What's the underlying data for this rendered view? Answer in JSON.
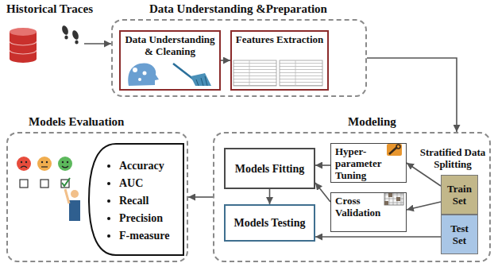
{
  "diagram": {
    "nodes": [
      {
        "text": [
          "Historical Traces"
        ]
      },
      {
        "text": [
          "Data Understanding &Preparation"
        ]
      },
      {
        "text": [
          "Data Understanding & Cleaning"
        ],
        "in": 1
      },
      {
        "text": [
          "Features Extraction"
        ],
        "in": 1
      },
      {
        "text": [
          "Models Evaluation"
        ]
      },
      {
        "text": [
          "Accuracy",
          "AUC",
          "Recall",
          "Precision",
          "F-measure"
        ],
        "in": 4
      },
      {
        "text": [
          "Modeling"
        ]
      },
      {
        "text": [
          "Hyper- parameter Tuning"
        ],
        "in": 6
      },
      {
        "text": [
          "Models Fitting"
        ],
        "in": 6
      },
      {
        "text": [
          "Cross Validation"
        ],
        "in": 6
      },
      {
        "text": [
          "Models Testing"
        ],
        "in": 6
      },
      {
        "text": [
          "Train Set"
        ],
        "in": 6
      },
      {
        "text": [
          "Test Set"
        ],
        "in": 6
      }
    ],
    "edges": [
      {
        "from": 0,
        "to": 1,
        "arrow": "to"
      },
      {
        "from": 2,
        "to": 3,
        "arrow": "to"
      },
      {
        "from": 1,
        "to": 6,
        "arrow": "to"
      },
      {
        "from": 11,
        "to": 7,
        "arrow": "to"
      },
      {
        "from": 11,
        "to": 9,
        "arrow": "to"
      },
      {
        "from": 7,
        "to": 8,
        "arrow": "to"
      },
      {
        "from": 9,
        "to": 8,
        "arrow": "to"
      },
      {
        "from": 8,
        "to": 10,
        "arrow": "to"
      },
      {
        "from": 12,
        "to": 10,
        "arrow": "to"
      },
      {
        "from": 6,
        "to": 4,
        "arrow": "to"
      }
    ],
    "labels": [
      "Stratified Data Splitting"
    ]
  }
}
